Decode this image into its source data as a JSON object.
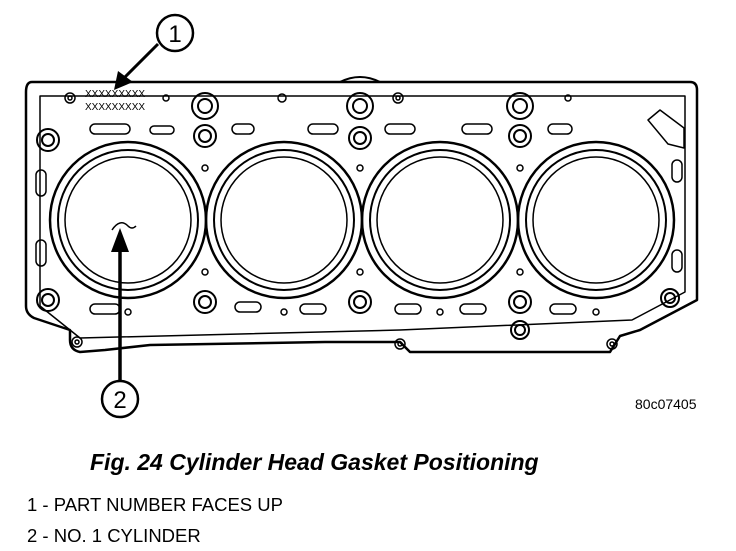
{
  "figure": {
    "callouts": [
      "1",
      "2"
    ],
    "part_number_lines": [
      "XXXXXXXXX",
      "XXXXXXXXX"
    ],
    "reference_code": "80c07405"
  },
  "caption": "Fig. 24 Cylinder Head Gasket Positioning",
  "legend": [
    "1 - PART NUMBER FACES UP",
    "2 - NO. 1 CYLINDER"
  ]
}
